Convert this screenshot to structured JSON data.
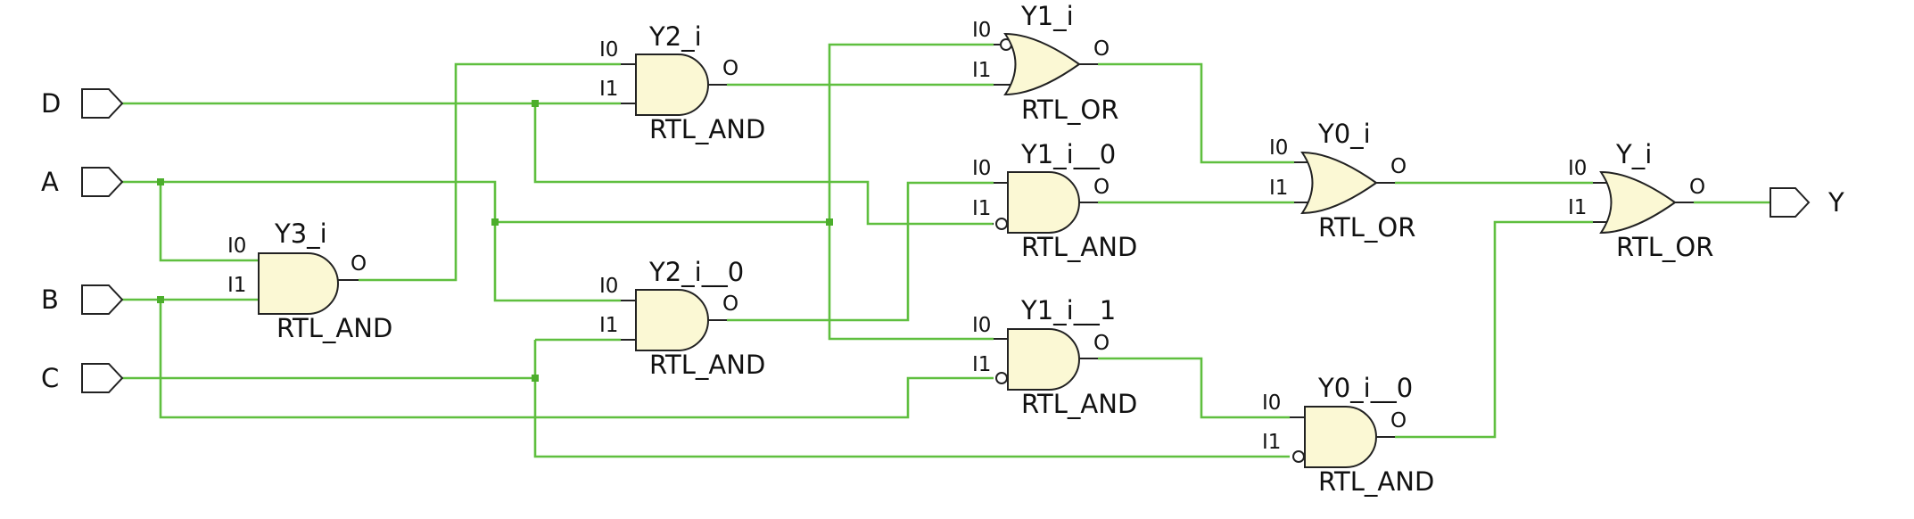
{
  "ports": {
    "inputs": [
      "D",
      "A",
      "B",
      "C"
    ],
    "output": "Y"
  },
  "pins": {
    "in0": "I0",
    "in1": "I1",
    "out": "O"
  },
  "cells": {
    "Y3_i": {
      "name": "Y3_i",
      "type": "RTL_AND"
    },
    "Y2_i": {
      "name": "Y2_i",
      "type": "RTL_AND"
    },
    "Y2_i__0": {
      "name": "Y2_i__0",
      "type": "RTL_AND"
    },
    "Y1_i": {
      "name": "Y1_i",
      "type": "RTL_OR"
    },
    "Y1_i__0": {
      "name": "Y1_i__0",
      "type": "RTL_AND"
    },
    "Y1_i__1": {
      "name": "Y1_i__1",
      "type": "RTL_AND"
    },
    "Y0_i": {
      "name": "Y0_i",
      "type": "RTL_OR"
    },
    "Y0_i__0": {
      "name": "Y0_i__0",
      "type": "RTL_AND"
    },
    "Y_i": {
      "name": "Y_i",
      "type": "RTL_OR"
    }
  },
  "colors": {
    "wire": "#5fbf3f",
    "gate_fill": "#fbf8d4",
    "outline": "#222222",
    "junction": "#4cae2c"
  }
}
